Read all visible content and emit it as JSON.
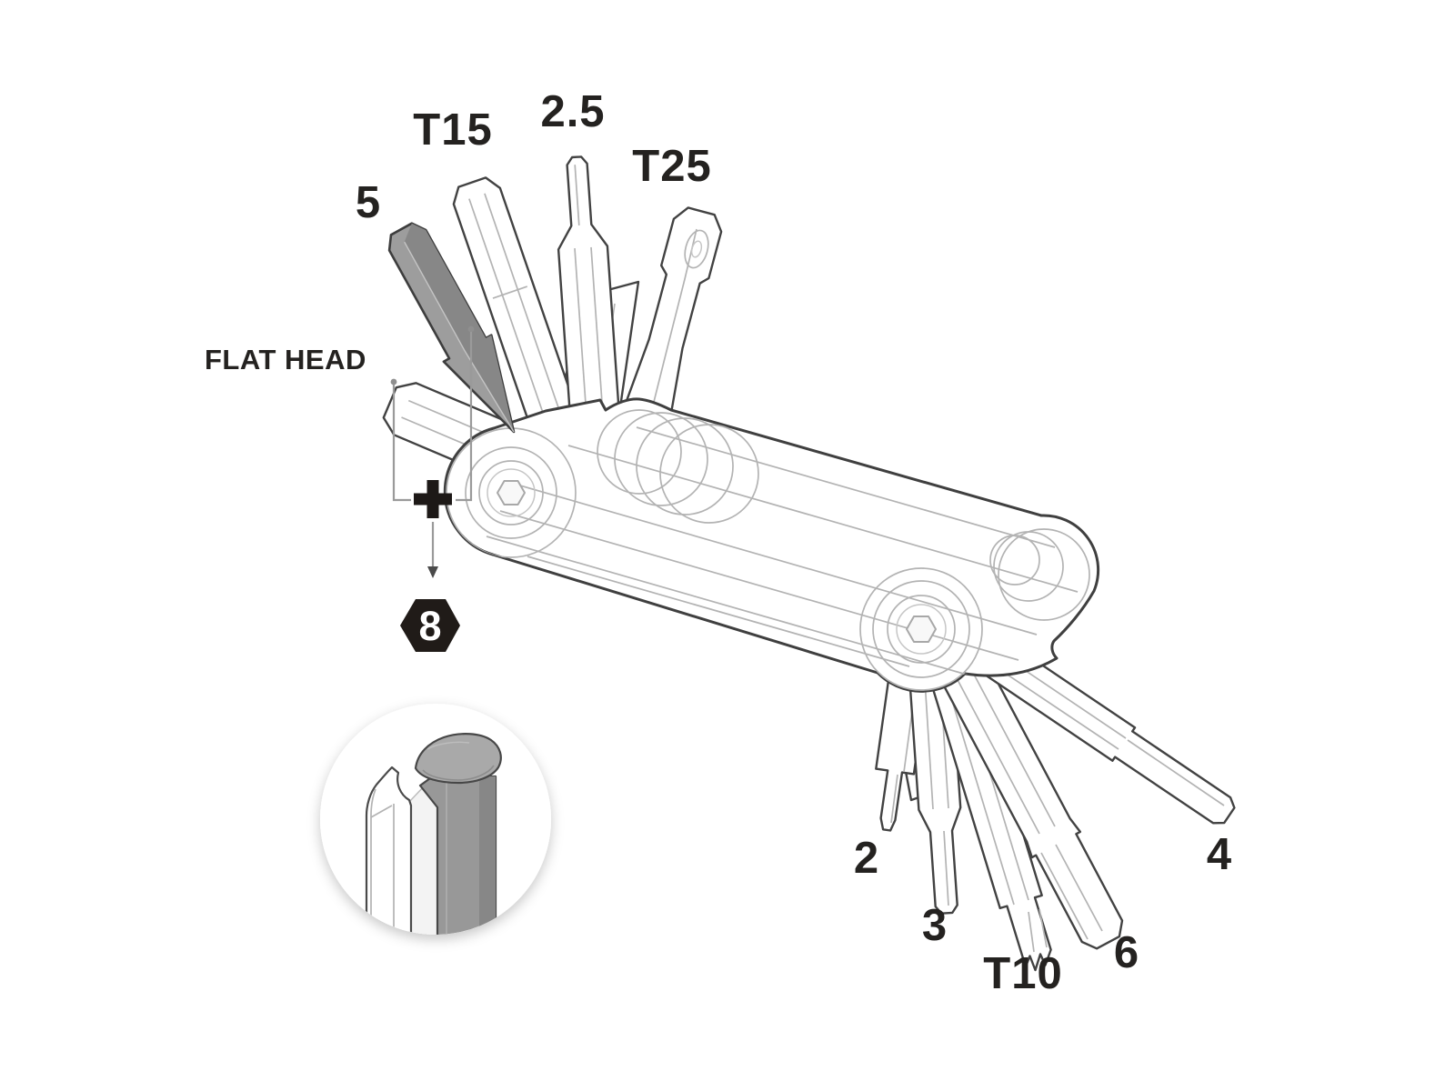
{
  "diagram": {
    "subject": "folding bicycle multi-tool with fold-out hex, torx and screwdriver bits",
    "style": "isometric monochrome line-art product diagram on white background"
  },
  "colors": {
    "background": "#ffffff",
    "outline": "#3f3f3f",
    "detail_line": "#b3b3b3",
    "bit_gray": "#9d9d9d",
    "bit_gray_dark": "#878787",
    "badge_black": "#201b18",
    "label_text": "#242220",
    "leader_gray": "#9a9a9a"
  },
  "labels": {
    "flat_head": "FLAT HEAD",
    "plus_symbol": "+",
    "hex_badge_value": "8",
    "top_bits": [
      "5",
      "T15",
      "2.5",
      "T25"
    ],
    "bottom_bits": [
      "2",
      "3",
      "T10",
      "6",
      "4"
    ]
  }
}
